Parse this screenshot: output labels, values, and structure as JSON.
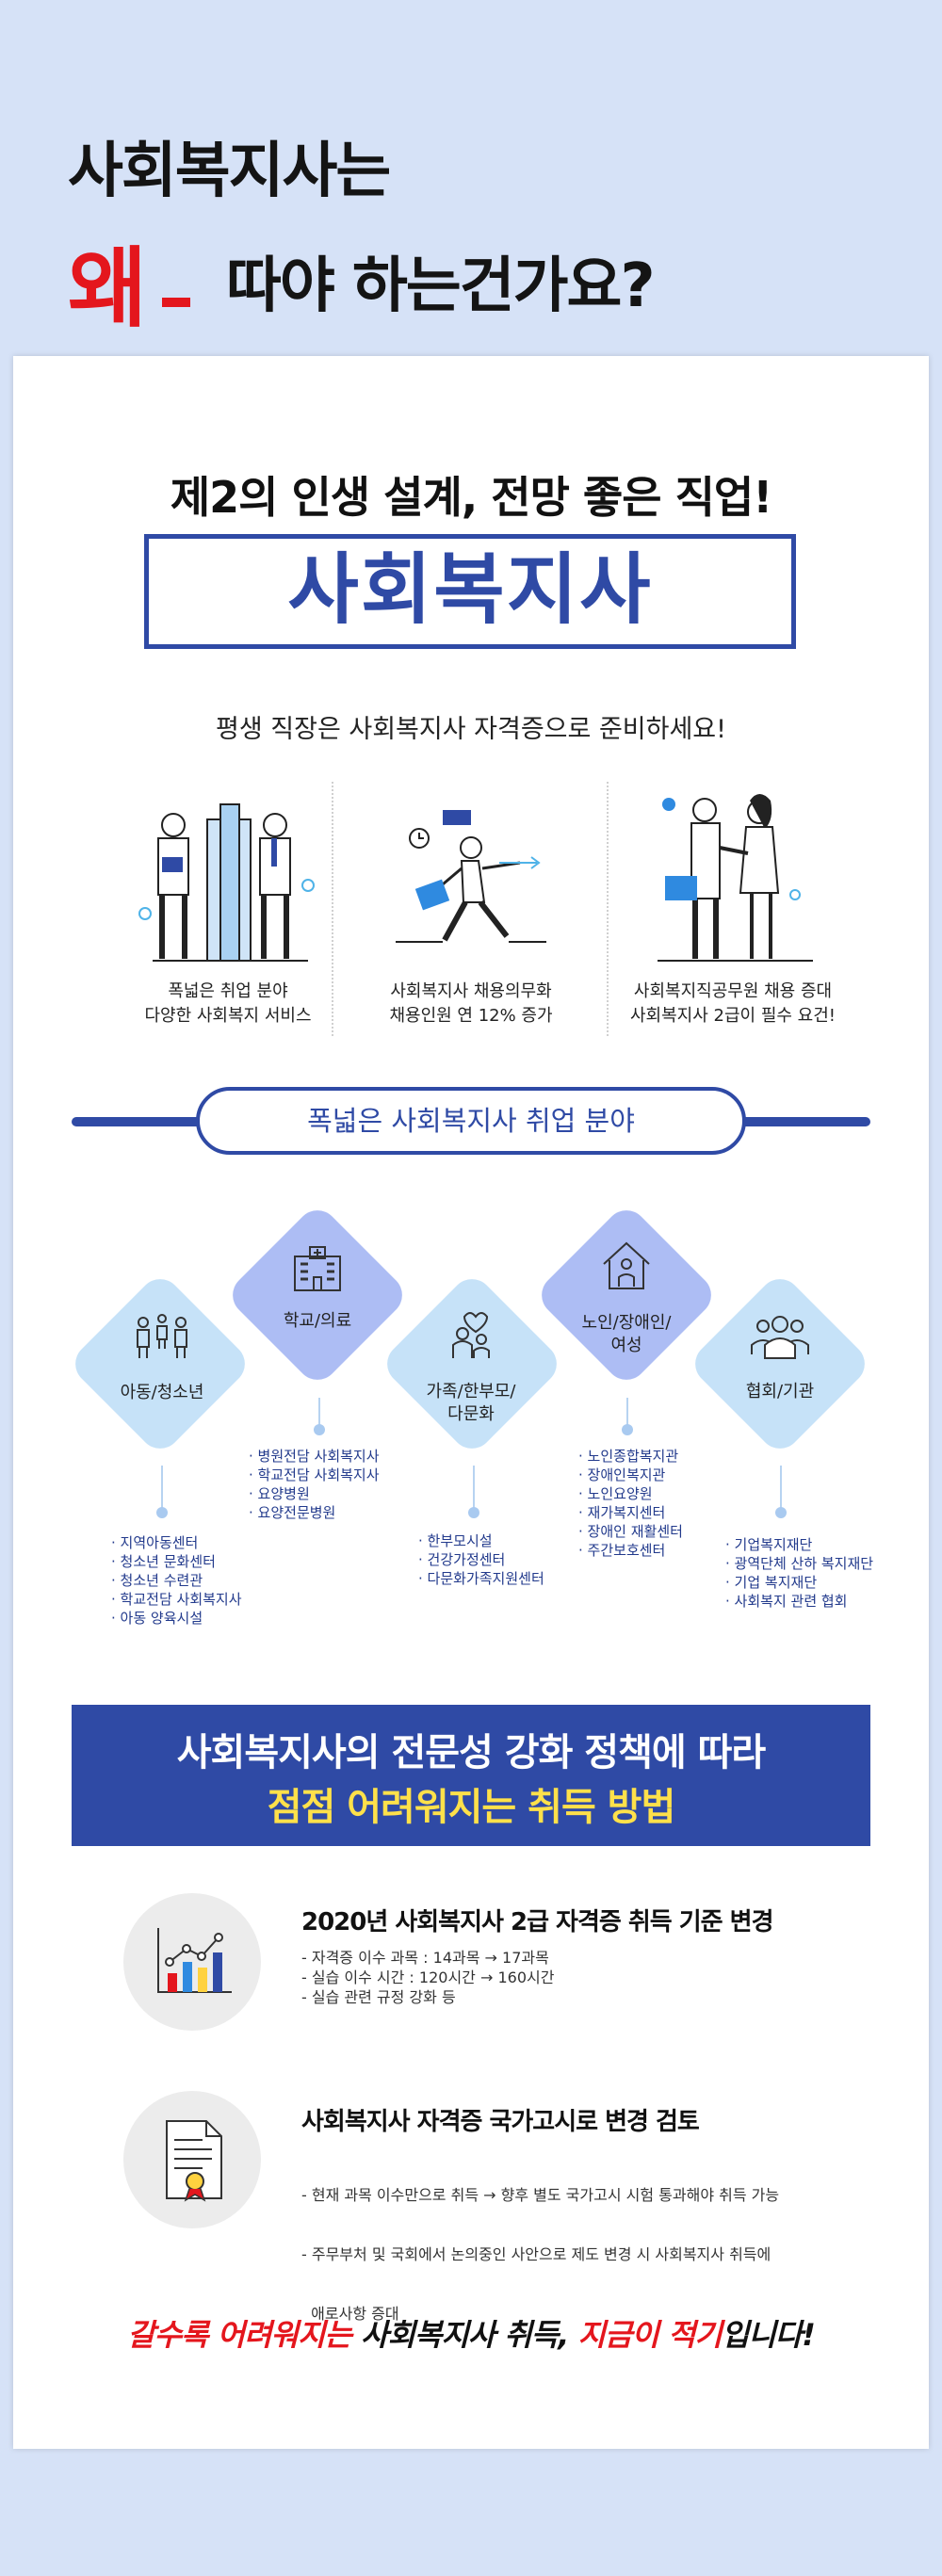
{
  "hero": {
    "line1": "사회복지사는",
    "why": "왜",
    "line2": "따야 하는건가요?"
  },
  "intro": {
    "tagline": "제2의 인생 설계, 전망 좋은 직업!",
    "title": "사회복지사",
    "subline": "평생 직장은 사회복지사 자격증으로 준비하세요!"
  },
  "features": [
    {
      "icon": "business-people-building-icon",
      "line1": "폭넓은 취업 분야",
      "line2": "다양한 사회복지 서비스"
    },
    {
      "icon": "running-businessman-icon",
      "line1": "사회복지사 채용의무화",
      "line2": "채용인원 연 12% 증가"
    },
    {
      "icon": "handshake-icon",
      "line1": "사회복지직공무원 채용 증대",
      "line2": "사회복지사 2급이 필수 요건!"
    }
  ],
  "fields": {
    "heading": "폭넓은 사회복지사 취업 분야",
    "items": [
      {
        "label1": "아동/청소년",
        "label2": "",
        "icon": "children-icon",
        "list": [
          "지역아동센터",
          "청소년 문화센터",
          "청소년 수련관",
          "학교전담 사회복지사",
          "아동 양육시설"
        ]
      },
      {
        "label1": "학교/의료",
        "label2": "",
        "icon": "hospital-building-icon",
        "list": [
          "병원전담 사회복지사",
          "학교전담 사회복지사",
          "요양병원",
          "요양전문병원"
        ]
      },
      {
        "label1": "가족/한부모/",
        "label2": "다문화",
        "icon": "family-icon",
        "list": [
          "한부모시설",
          "건강가정센터",
          "다문화가족지원센터"
        ]
      },
      {
        "label1": "노인/장애인/",
        "label2": "여성",
        "icon": "house-person-icon",
        "list": [
          "노인종합복지관",
          "장애인복지관",
          "노인요양원",
          "재가복지센터",
          "장애인 재활센터",
          "주간보호센터"
        ]
      },
      {
        "label1": "협회/기관",
        "label2": "",
        "icon": "group-people-icon",
        "list": [
          "기업복지재단",
          "광역단체 산하 복지재단",
          "기업 복지재단",
          "사회복지 관련 협회"
        ]
      }
    ]
  },
  "banner": {
    "line1": "사회복지사의 전문성 강화 정책에 따라",
    "line2": "점점 어려워지는 취득 방법"
  },
  "changes": [
    {
      "icon": "growth-chart-icon",
      "title": "2020년 사회복지사 2급 자격증 취득 기준 변경",
      "lines": [
        "- 자격증 이수 과목 : 14과목 → 17과목",
        "- 실습 이수 시간 : 120시간 → 160시간",
        "- 실습 관련 규정 강화 등"
      ]
    },
    {
      "icon": "certificate-icon",
      "title": "사회복지사 자격증 국가고시로 변경 검토",
      "lines": [
        "- 현재 과목 이수만으로 취득 → 향후 별도 국가고시 시험 통과해야 취득 가능",
        "- 주무부처 및 국회에서 논의중인 사안으로 제도 변경 시 사회복지사 취득에",
        "  애로사항 증대"
      ]
    }
  ],
  "closing": {
    "p1": "갈수록 어려워지는",
    "p2": " 사회복지사 취득, ",
    "p3": "지금이 적기",
    "p4": "입니다!"
  },
  "colors": {
    "accent": "#2f4aa5",
    "red": "#e4161d",
    "yellow": "#ffe14a",
    "bg": "#d6e2f7"
  }
}
